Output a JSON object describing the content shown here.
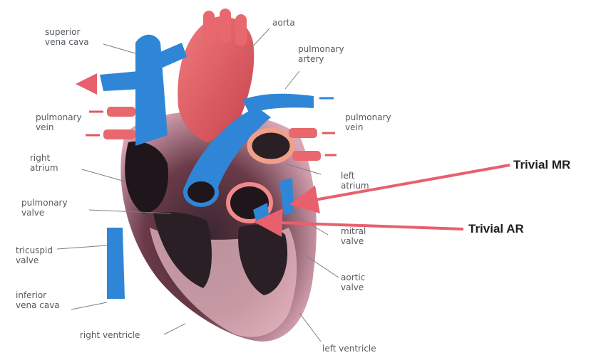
{
  "labels": {
    "superior_vena_cava": [
      "superior",
      "vena cava"
    ],
    "aorta": [
      "aorta"
    ],
    "pulmonary_artery": [
      "pulmonary",
      "artery"
    ],
    "pulmonary_vein_left_side": [
      "pulmonary",
      "vein"
    ],
    "pulmonary_vein_right_side": [
      "pulmonary",
      "vein"
    ],
    "right_atrium": [
      "right",
      "atrium"
    ],
    "left_atrium": [
      "left",
      "atrium"
    ],
    "pulmonary_valve": [
      "pulmonary",
      "valve"
    ],
    "mitral_valve": [
      "mitral",
      "valve"
    ],
    "tricuspid_valve": [
      "tricuspid",
      "valve"
    ],
    "aortic_valve": [
      "aortic",
      "valve"
    ],
    "inferior_vena_cava": [
      "inferior",
      "vena cava"
    ],
    "right_ventricle": [
      "right ventricle"
    ],
    "left_ventricle": [
      "left ventricle"
    ]
  },
  "annotations": {
    "trivial_mr": "Trivial MR",
    "trivial_ar": "Trivial AR"
  },
  "colors": {
    "vein_blue": "#2f86d6",
    "artery_red": "#e05a5f",
    "muscle_dark": "#3a2a30",
    "annotation_arrow": "#e8606e"
  }
}
